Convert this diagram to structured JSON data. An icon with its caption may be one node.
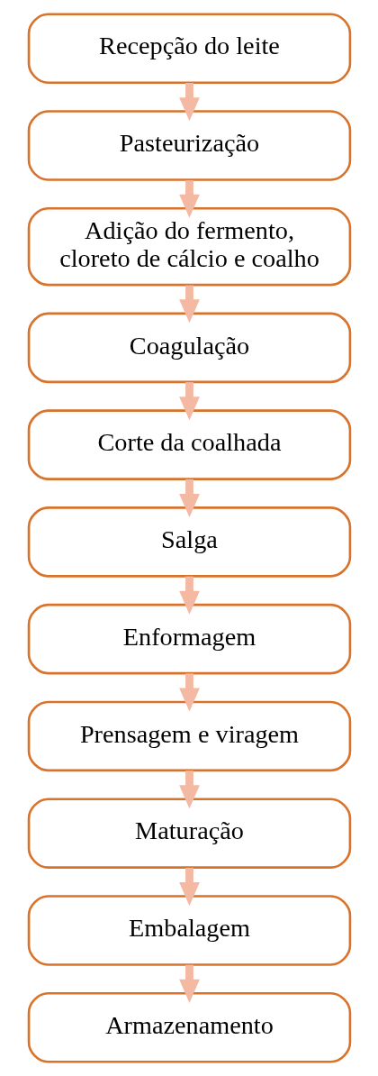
{
  "diagram": {
    "nodes": [
      {
        "text": [
          "Recepção do leite"
        ]
      },
      {
        "text": [
          "Pasteurização"
        ]
      },
      {
        "text": [
          "Adição do fermento, cloreto de cálcio e coalho"
        ]
      },
      {
        "text": [
          "Coagulação"
        ]
      },
      {
        "text": [
          "Corte da coalhada"
        ]
      },
      {
        "text": [
          "Salga"
        ]
      },
      {
        "text": [
          "Enformagem"
        ]
      },
      {
        "text": [
          "Prensagem e viragem"
        ]
      },
      {
        "text": [
          "Maturação"
        ]
      },
      {
        "text": [
          "Embalagem"
        ]
      },
      {
        "text": [
          "Armazenamento"
        ]
      }
    ],
    "edges": [
      {
        "from": 0,
        "to": 1,
        "arrow": "to"
      },
      {
        "from": 1,
        "to": 2,
        "arrow": "to"
      },
      {
        "from": 2,
        "to": 3,
        "arrow": "to"
      },
      {
        "from": 3,
        "to": 4,
        "arrow": "to"
      },
      {
        "from": 4,
        "to": 5,
        "arrow": "to"
      },
      {
        "from": 5,
        "to": 6,
        "arrow": "to"
      },
      {
        "from": 6,
        "to": 7,
        "arrow": "to"
      },
      {
        "from": 7,
        "to": 8,
        "arrow": "to"
      },
      {
        "from": 8,
        "to": 9,
        "arrow": "to"
      },
      {
        "from": 9,
        "to": 10,
        "arrow": "to"
      }
    ]
  }
}
